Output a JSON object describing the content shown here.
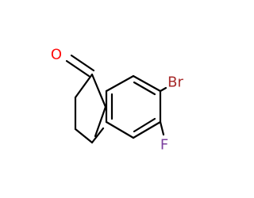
{
  "molecule": {
    "atoms": {
      "oxygen": {
        "symbol": "O",
        "color": "#ff0d0d"
      },
      "bromine": {
        "symbol": "Br",
        "color": "#a62929"
      },
      "fluorine": {
        "symbol": "F",
        "color": "#7b3f9e"
      }
    },
    "bond_color": "#000000"
  }
}
